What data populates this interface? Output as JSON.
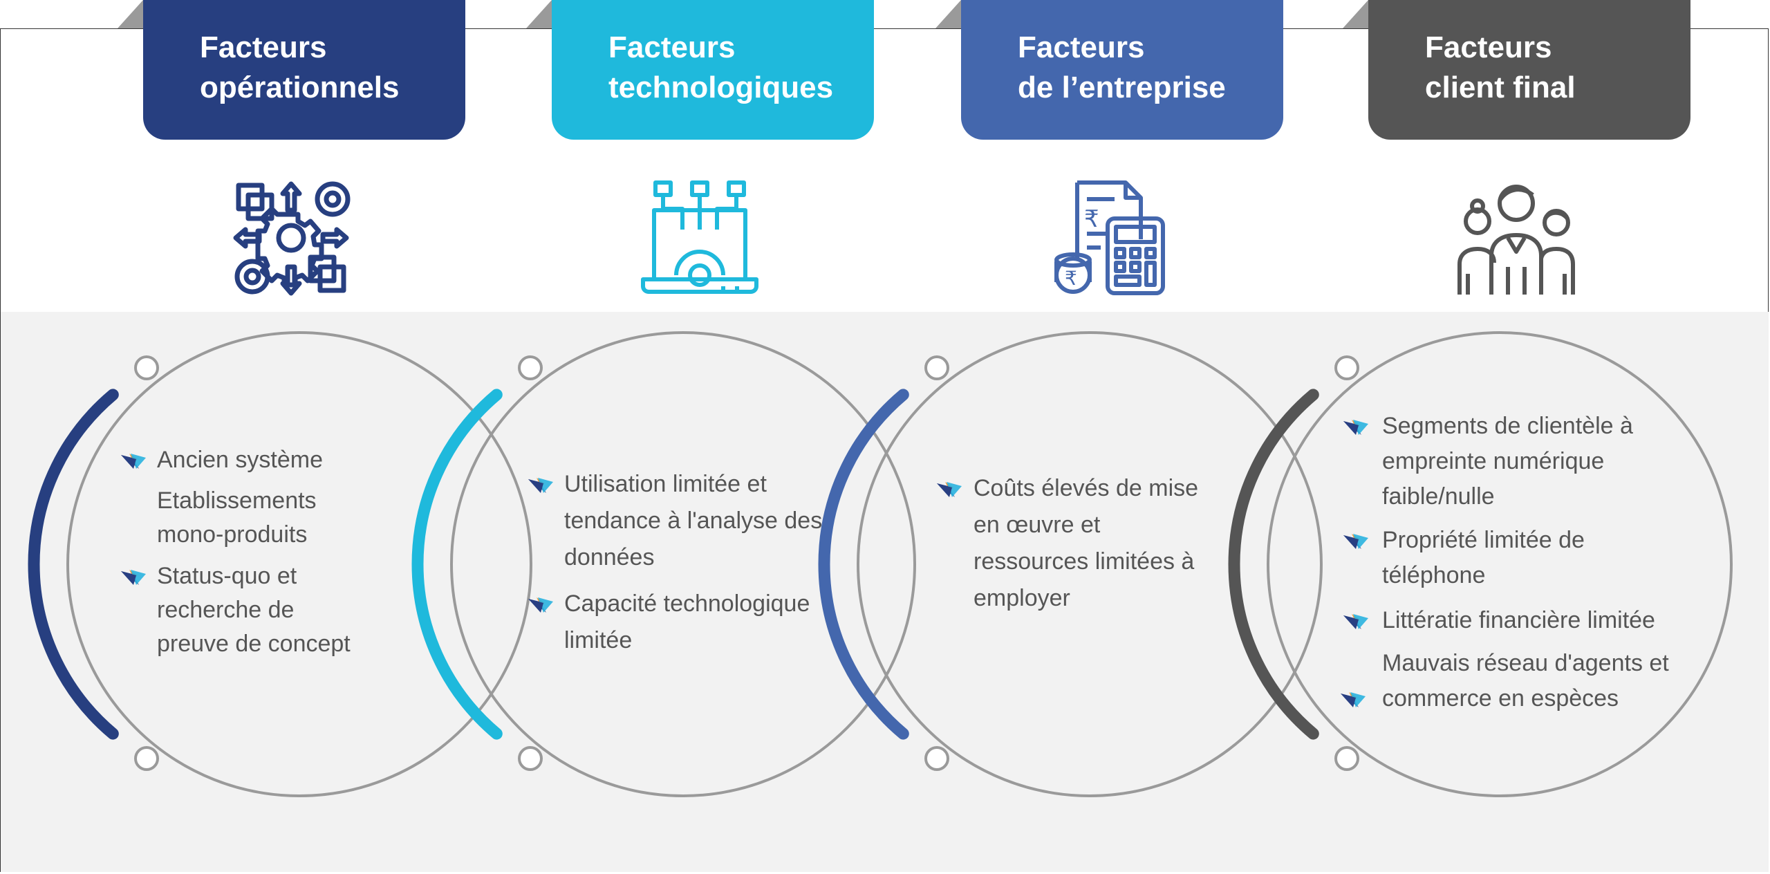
{
  "colors": {
    "operational": "#273f80",
    "technological": "#1fb9dc",
    "enterprise": "#4467ad",
    "client": "#555555"
  },
  "columns": [
    {
      "title_lines": [
        "Facteurs",
        "opérationnels"
      ],
      "icon": "gear-arrows-icon",
      "items": [
        {
          "bullet": true,
          "lines": [
            "Ancien système"
          ]
        },
        {
          "bullet": false,
          "lines": [
            "Etablissements",
            "mono-produits"
          ]
        },
        {
          "bullet": true,
          "lines": [
            "Status-quo et",
            "recherche de",
            "preuve de concept"
          ]
        }
      ]
    },
    {
      "title_lines": [
        "Facteurs",
        "technologiques"
      ],
      "icon": "laptop-network-icon",
      "items": [
        {
          "bullet": true,
          "lines": [
            "Utilisation limitée et",
            "tendance à l'analyse des",
            "données"
          ]
        },
        {
          "bullet": true,
          "lines": [
            "Capacité technologique",
            "limitée"
          ]
        }
      ]
    },
    {
      "title_lines": [
        "Facteurs",
        "de l’entreprise"
      ],
      "icon": "invoice-calculator-rupee-icon",
      "items": [
        {
          "bullet": true,
          "lines": [
            "Coûts élevés de mise",
            "en œuvre et",
            "ressources limitées à",
            "employer"
          ]
        }
      ]
    },
    {
      "title_lines": [
        "Facteurs",
        "client final"
      ],
      "icon": "people-group-icon",
      "items": [
        {
          "bullet": true,
          "lines": [
            "Segments de clientèle à",
            "empreinte numérique",
            "faible/nulle"
          ]
        },
        {
          "bullet": true,
          "lines": [
            "Propriété limitée de",
            "téléphone"
          ]
        },
        {
          "bullet": true,
          "lines": [
            "Littératie financière limitée"
          ]
        },
        {
          "bullet": "second-line",
          "lines": [
            "Mauvais réseau d'agents et",
            "commerce en espèces"
          ]
        }
      ]
    }
  ]
}
